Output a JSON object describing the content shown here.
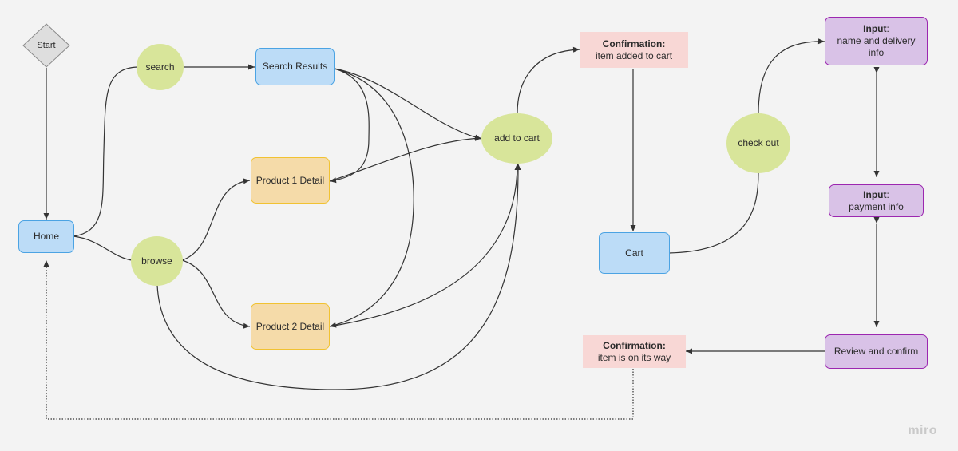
{
  "nodes": {
    "start": "Start",
    "home": "Home",
    "search": "search",
    "browse": "browse",
    "search_results": "Search Results",
    "product1": "Product 1 Detail",
    "product2": "Product 2 Detail",
    "add_to_cart": "add to cart",
    "confirm_added": {
      "title": "Confirmation:",
      "text": "item added to cart"
    },
    "cart": "Cart",
    "check_out": "check out",
    "input_delivery": {
      "title": "Input",
      "colon": ":",
      "text": "name and delivery info"
    },
    "input_payment": {
      "title": "Input",
      "colon": ":",
      "text": "payment info"
    },
    "review": "Review and confirm",
    "confirm_way": {
      "title": "Confirmation:",
      "text": "item is on its way"
    }
  },
  "branding": {
    "logo": "miro"
  },
  "colors": {
    "blue_fill": "#bcdcf7",
    "blue_border": "#4ba3e3",
    "yellow_fill": "#f5dba9",
    "yellow_border": "#f1c232",
    "purple_fill": "#d9c2e7",
    "purple_border": "#9c27b0",
    "pink_fill": "#f8d7d5",
    "green_circle": "#d8e59a",
    "start_diamond": "#dedede",
    "edge": "#333333"
  }
}
